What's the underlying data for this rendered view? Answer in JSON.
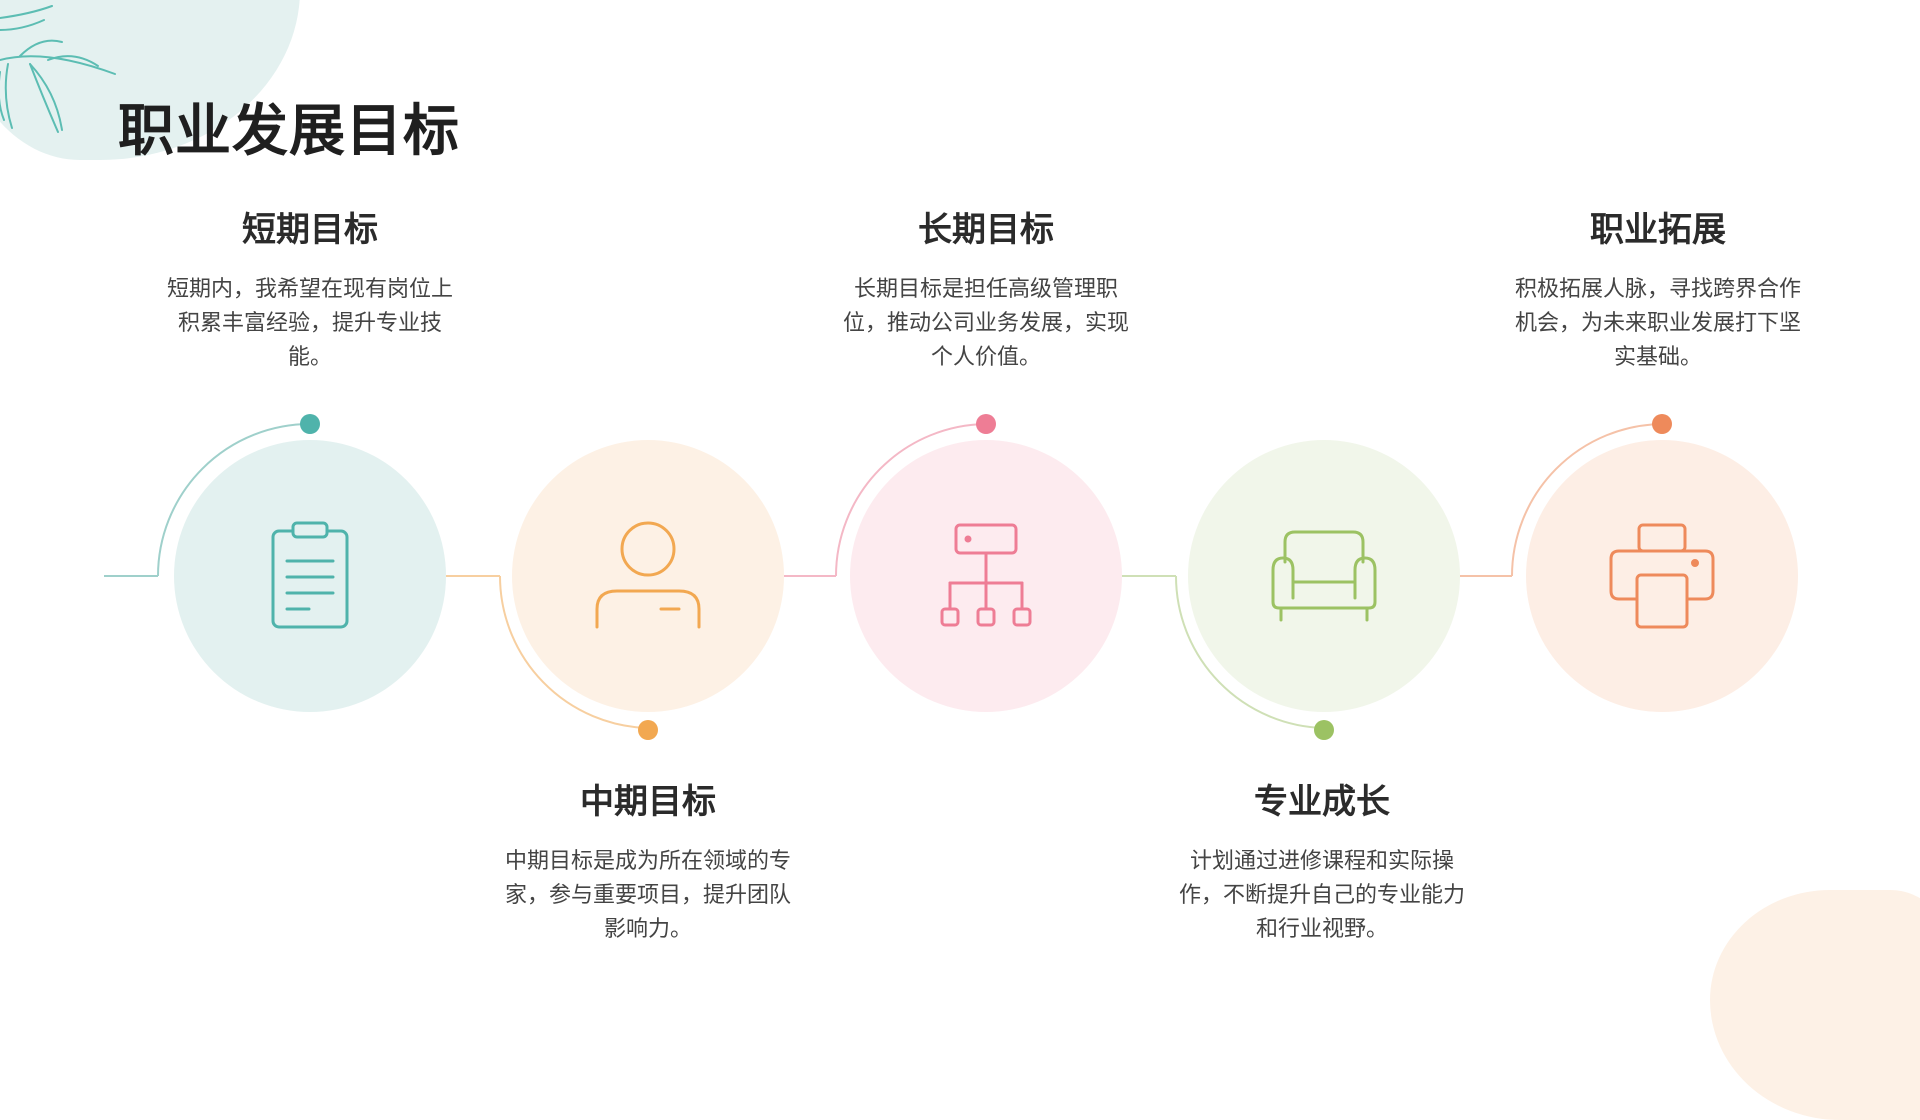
{
  "title": "职业发展目标",
  "colors": {
    "teal": "#4fb3ab",
    "orange": "#f2a851",
    "pink": "#ee7d95",
    "green": "#9cc263",
    "coral": "#ee8a5b"
  },
  "stages": [
    {
      "title": "短期目标",
      "description": "短期内，我希望在现有岗位上积累丰富经验，提升专业技能。",
      "icon": "clipboard-icon"
    },
    {
      "title": "中期目标",
      "description": "中期目标是成为所在领域的专家，参与重要项目，提升团队影响力。",
      "icon": "user-icon"
    },
    {
      "title": "长期目标",
      "description": "长期目标是担任高级管理职位，推动公司业务发展，实现个人价值。",
      "icon": "org-chart-icon"
    },
    {
      "title": "专业成长",
      "description": "计划通过进修课程和实际操作，不断提升自己的专业能力和行业视野。",
      "icon": "sofa-icon"
    },
    {
      "title": "职业拓展",
      "description": "积极拓展人脉，寻找跨界合作机会，为未来职业发展打下坚实基础。",
      "icon": "printer-icon"
    }
  ]
}
